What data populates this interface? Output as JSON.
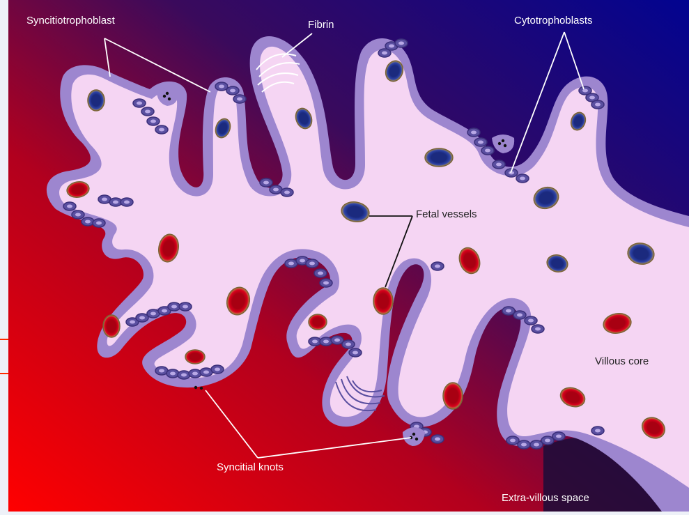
{
  "diagram": {
    "labels": {
      "syncytiotrophoblast": "Syncitiotrophoblast",
      "fibrin": "Fibrin",
      "cytotrophoblasts": "Cytotrophoblasts",
      "fetal_vessels": "Fetal vessels",
      "villous_core": "Villous core",
      "syncytial_knots": "Syncitial knots",
      "extra_villous_space": "Extra-villous space"
    },
    "colors": {
      "background_red": "#ff0000",
      "background_blue": "#06067a",
      "background_dark": "#1a0d3a",
      "villous_core": "#f5d5f3",
      "syncytiotrophoblast_layer": "#9d86cf",
      "cytotrophoblast_cell": "#5a4fa0",
      "fetal_rbc": "#c8001a",
      "maternal_rbc": "#23348f",
      "cell_rim": "#a08a58",
      "leader_line": "#ffffff",
      "slide_frame_line": "#ff2a00"
    }
  }
}
